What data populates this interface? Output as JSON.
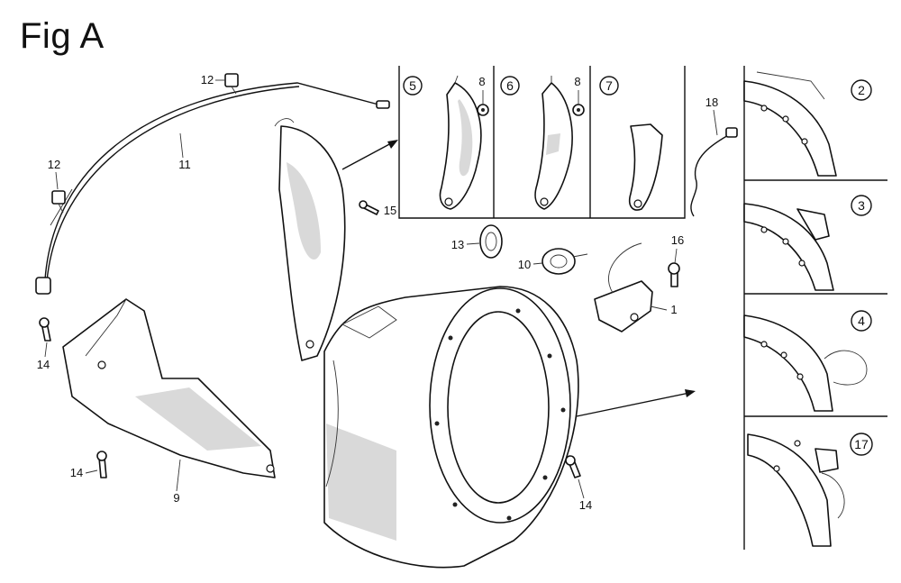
{
  "title": "Fig A",
  "labels": {
    "p1": "1",
    "p2": "2",
    "p3": "3",
    "p4": "4",
    "p5": "5",
    "p6": "6",
    "p7": "7",
    "p8a": "8",
    "p8b": "8",
    "p9": "9",
    "p10": "10",
    "p11": "11",
    "p12a": "12",
    "p12b": "12",
    "p13": "13",
    "p14a": "14",
    "p14b": "14",
    "p14c": "14",
    "p15": "15",
    "p16": "16",
    "p17": "17",
    "p18": "18"
  }
}
